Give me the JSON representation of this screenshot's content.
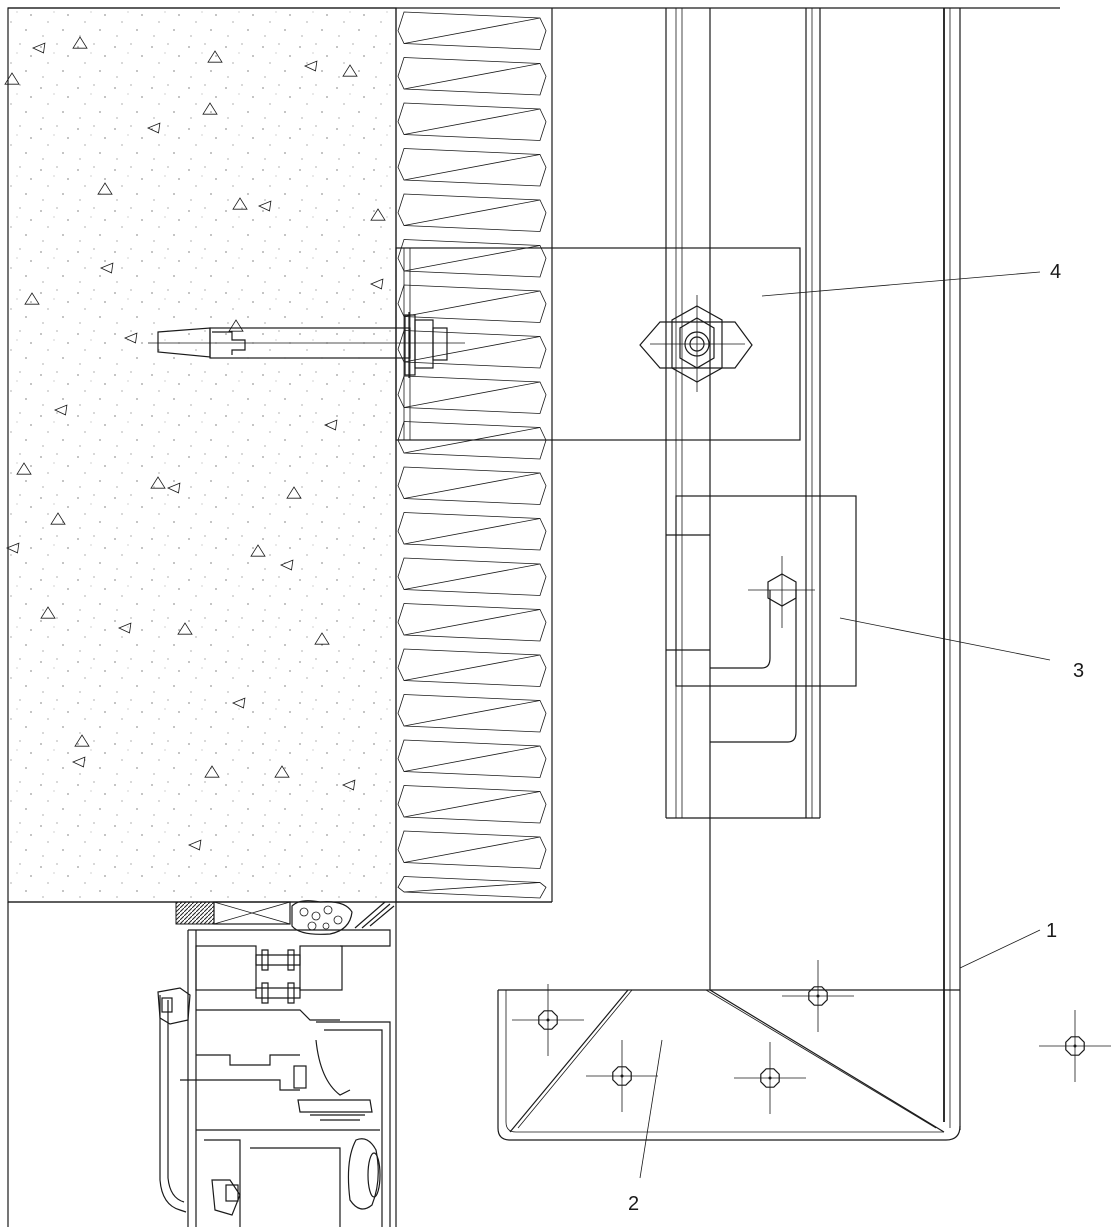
{
  "drawing": {
    "callouts": [
      {
        "id": "c1",
        "label": "1"
      },
      {
        "id": "c2",
        "label": "2"
      },
      {
        "id": "c3",
        "label": "3"
      },
      {
        "id": "c4",
        "label": "4"
      }
    ]
  }
}
